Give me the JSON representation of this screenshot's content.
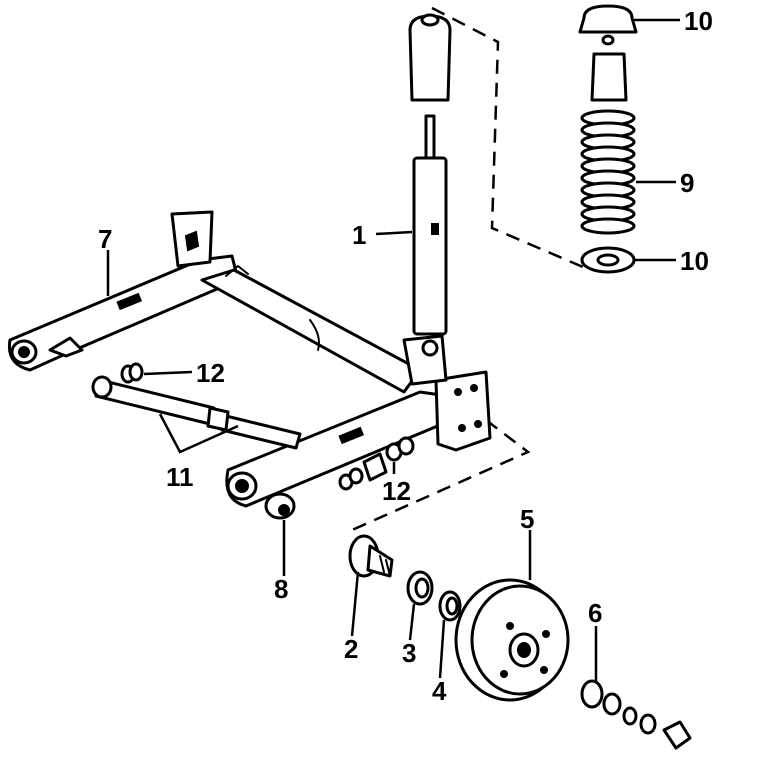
{
  "callouts": [
    {
      "id": "c1",
      "text": "1"
    },
    {
      "id": "c2",
      "text": "2"
    },
    {
      "id": "c3",
      "text": "3"
    },
    {
      "id": "c4",
      "text": "4"
    },
    {
      "id": "c5",
      "text": "5"
    },
    {
      "id": "c6",
      "text": "6"
    },
    {
      "id": "c7",
      "text": "7"
    },
    {
      "id": "c8",
      "text": "8"
    },
    {
      "id": "c9",
      "text": "9"
    },
    {
      "id": "c10a",
      "text": "10"
    },
    {
      "id": "c10b",
      "text": "10"
    },
    {
      "id": "c11",
      "text": "11"
    },
    {
      "id": "c12a",
      "text": "12"
    },
    {
      "id": "c12b",
      "text": "12"
    }
  ],
  "colors": {
    "ink": "#000000",
    "paper": "#ffffff"
  }
}
